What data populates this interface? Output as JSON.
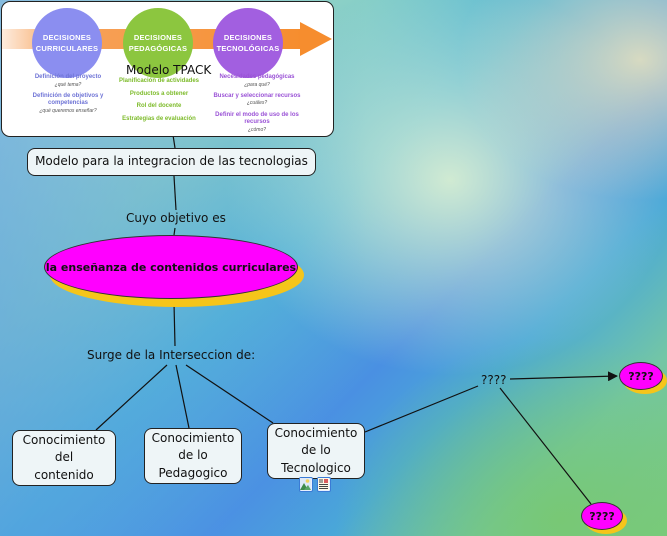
{
  "tpack_image": {
    "caption": "Modelo TPACK",
    "columns": [
      {
        "title_line1": "DECISIONES",
        "title_line2": "CURRICULARES",
        "color": "#8b8ef0",
        "items": [
          {
            "text": "Definición del proyecto",
            "sub": "¿qué tema?"
          },
          {
            "text": "Definición de objetivos y competencias",
            "sub": "¿qué queremos enseñar?"
          }
        ]
      },
      {
        "title_line1": "DECISIONES",
        "title_line2": "PEDAGÓGICAS",
        "color": "#8cc63f",
        "items": [
          {
            "text": "Planificación de actividades",
            "sub": ""
          },
          {
            "text": "Productos a obtener",
            "sub": ""
          },
          {
            "text": "Rol del docente",
            "sub": ""
          },
          {
            "text": "Estrategias de evaluación",
            "sub": ""
          }
        ]
      },
      {
        "title_line1": "DECISIONES",
        "title_line2": "TECNOLÓGICAS",
        "color": "#a25fe0",
        "items": [
          {
            "text": "Necesidades pedagógicas",
            "sub": "¿para qué?"
          },
          {
            "text": "Buscar y seleccionar recursos",
            "sub": "¿cuáles?"
          },
          {
            "text": "Definir el modo de uso de los recursos",
            "sub": "¿cómo?"
          }
        ]
      }
    ]
  },
  "concepts": {
    "modelo": "Modelo para la integracion de las tecnologias",
    "ensenanza": "la enseñanza de contenidos curriculares",
    "contenido": [
      "Conocimiento",
      "del",
      "contenido"
    ],
    "pedagogico": [
      "Conocimiento",
      "de lo",
      "Pedagogico"
    ],
    "tecnologico": [
      "Conocimiento",
      "de lo",
      "Tecnologico"
    ],
    "unknown_top": "????",
    "unknown_bottom": "????"
  },
  "link_labels": {
    "cuyo_objetivo": "Cuyo objetivo es",
    "surge": "Surge de la Interseccion de:",
    "unknown": "????"
  },
  "resources": [
    {
      "type": "image-icon"
    },
    {
      "type": "document-icon"
    }
  ],
  "colors": {
    "ellipse_fill": "#ff00ff",
    "ellipse_shadow": "#f5c51a",
    "concept_fill": "#eef5f7"
  }
}
